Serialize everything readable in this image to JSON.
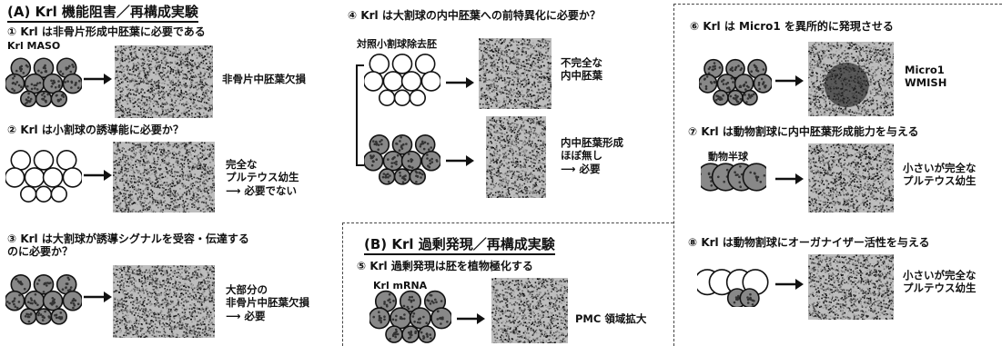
{
  "section_a": {
    "title": "(A) Krl 機能阻害／再構成実験",
    "exp1": {
      "heading": "① Krl は非骨片形成中胚葉に必要である",
      "label": "Krl MASO",
      "result": "非骨片中胚葉欠損"
    },
    "exp2": {
      "heading": "② Krl は小割球の誘導能に必要か？",
      "result": "完全な\nプルテウス幼生\n⟶ 必要でない"
    },
    "exp3": {
      "heading": "③ Krl は大割球が誘導シグナルを受容・伝達する\nのに必要か？",
      "result": "大部分の\n非骨片中胚葉欠損\n⟶ 必要"
    },
    "exp4": {
      "heading": "④ Krl は大割球の内中胚葉への前特異化に必要か？",
      "label": "対照小割球除去胚",
      "result_top": "不完全な\n内中胚葉",
      "result_bottom": "内中胚葉形成\nほぼ無し\n⟶ 必要"
    }
  },
  "section_b": {
    "title": "(B) Krl 過剰発現／再構成実験",
    "exp5": {
      "heading": "⑤ Krl 過剰発現は胚を植物極化する",
      "label": "Krl mRNA",
      "result": "PMC 領域拡大"
    }
  },
  "right_panel": {
    "exp6": {
      "heading": "⑥ Krl は Micro1 を異所的に発現させる",
      "result": "Micro1\nWMISH"
    },
    "exp7": {
      "heading": "⑦ Krl は動物割球に内中胚葉形成能力を与える",
      "label": "動物半球",
      "result": "小さいが完全な\nプルテウス幼生"
    },
    "exp8": {
      "heading": "⑧ Krl は動物割球にオーガナイザー活性を与える",
      "result": "小さいが完全な\nプルテウス幼生"
    }
  }
}
